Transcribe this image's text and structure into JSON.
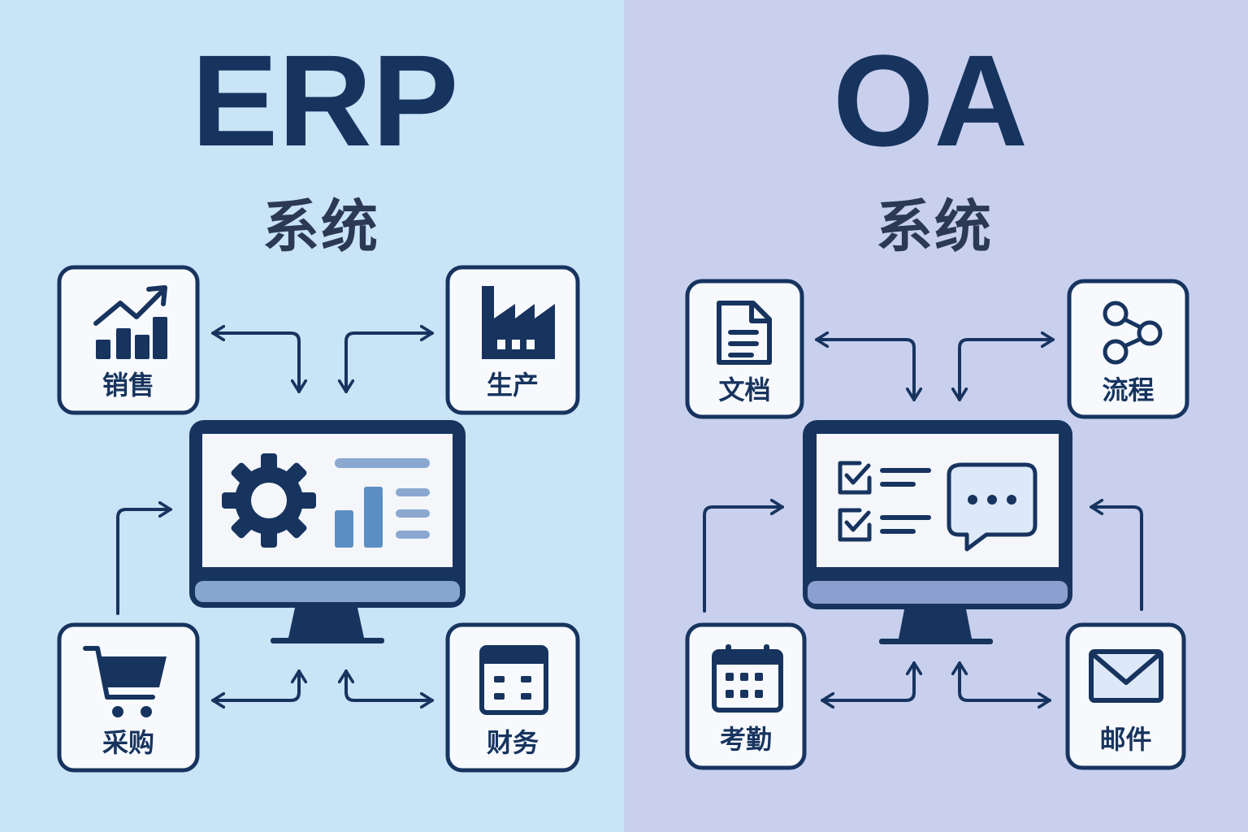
{
  "erp": {
    "title": "ERP",
    "subtitle": "系统",
    "modules": {
      "sales": "销售",
      "production": "生产",
      "purchasing": "采购",
      "finance": "财务"
    }
  },
  "oa": {
    "title": "OA",
    "subtitle": "系统",
    "modules": {
      "documents": "文档",
      "workflow": "流程",
      "attendance": "考勤",
      "mail": "邮件"
    }
  },
  "colors": {
    "erp_bg": "#c9e3f7",
    "oa_bg": "#c8d0ee",
    "navy": "#17345f",
    "accent": "#6a9bcb"
  }
}
